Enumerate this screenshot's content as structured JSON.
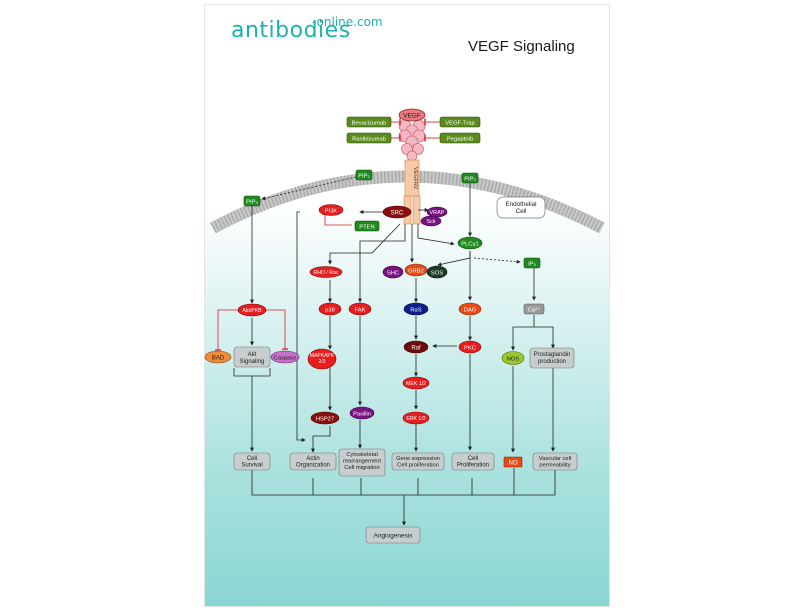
{
  "logo": {
    "brand": "antibodies",
    "suffix": "-online.com"
  },
  "title": "VEGF Signaling",
  "ligand": {
    "vegf": "VEGF",
    "receptor": "VEGFR2"
  },
  "inhibitors": [
    "Bevacizumab",
    "VEGF-Trap",
    "Ranibizumab",
    "Pegaptnib"
  ],
  "compartment": "Endothelial Cell",
  "nodes": {
    "pip3_left": "PIP₃",
    "pip2_top_left": "PIP₂",
    "pip2_top_right": "PIP₂",
    "pi3k": "PI3K",
    "src": "SRC",
    "vrap": "VRAP",
    "sck": "Sck",
    "pten": "PTEN",
    "plcg1": "PLCγ1",
    "ip3": "IP₃",
    "rho": "RHO / Rac",
    "shc": "SHC",
    "grb2": "GRB2",
    "sos": "SOS",
    "p38": "p38",
    "fak": "FAK",
    "ras": "RaS",
    "dag": "DAG",
    "ca": "Ca²⁺",
    "akt_pkb": "Akt/PKB",
    "bad": "BAD",
    "akt_signaling": "Akt Signaling",
    "caspase": "Caspase",
    "mapkapk": "MAPKAPK 2/3",
    "raf": "Raf",
    "pkc": "PKC",
    "nos": "NOS",
    "prostaglandin": "Prostaglandin production",
    "mek": "MEK 1/2",
    "hsp27": "HSP27",
    "paxillin": "Paxillin",
    "erk": "ERK 1/2",
    "no": "NO"
  },
  "outcomes": {
    "cell_survival": "Cell Survival",
    "actin": "Actin Organization",
    "cytoskeletal": "Cytoskeletal rearrangement Cell migration",
    "gene_expression": "Gene expression Cell proliferation",
    "cell_proliferation": "Cell Proliferation",
    "vascular": "Vascular cell permeability",
    "angiogenesis": "Angiogenesis"
  }
}
